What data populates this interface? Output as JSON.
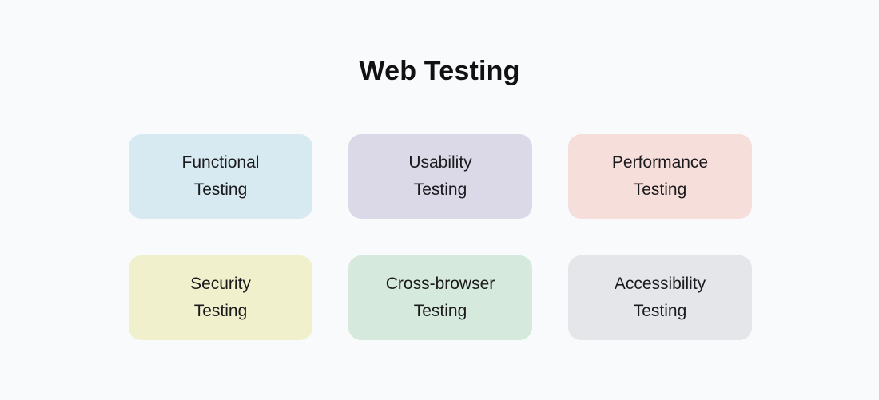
{
  "page": {
    "title": "Web Testing",
    "background_color": "#f9fafb",
    "title_color": "#111113",
    "card_text_color": "#1b1b1d"
  },
  "cards": [
    {
      "name": "functional-testing",
      "line1": "Functional",
      "line2": "Testing",
      "bg": "#d7eaf2"
    },
    {
      "name": "usability-testing",
      "line1": "Usability",
      "line2": "Testing",
      "bg": "#dbd8e8"
    },
    {
      "name": "performance-testing",
      "line1": "Performance",
      "line2": "Testing",
      "bg": "#f6dedb"
    },
    {
      "name": "security-testing",
      "line1": "Security",
      "line2": "Testing",
      "bg": "#f0f0cd"
    },
    {
      "name": "cross-browser-testing",
      "line1": "Cross-browser",
      "line2": "Testing",
      "bg": "#d5e9dd"
    },
    {
      "name": "accessibility-testing",
      "line1": "Accessibility",
      "line2": "Testing",
      "bg": "#e4e6e9"
    }
  ]
}
